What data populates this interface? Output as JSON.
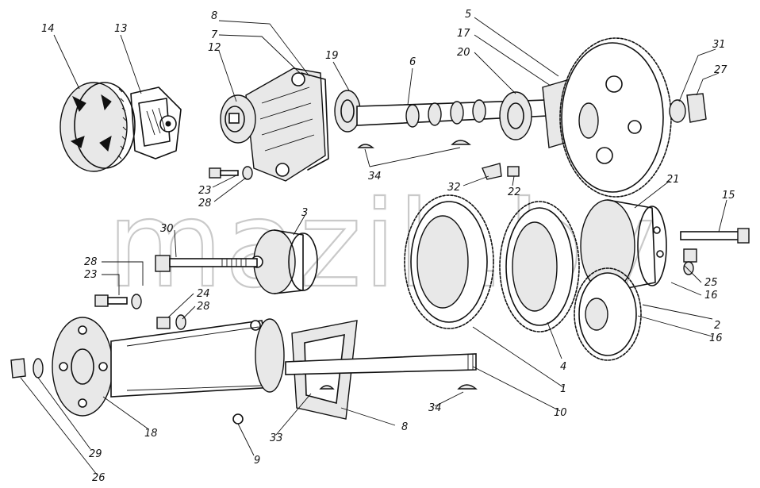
{
  "diagram": {
    "watermark": "mazik.by",
    "labels": {
      "l1": "1",
      "l2": "2",
      "l3": "3",
      "l4": "4",
      "l5": "5",
      "l6": "6",
      "l7": "7",
      "l8a": "8",
      "l8b": "8",
      "l9": "9",
      "l10": "10",
      "l12": "12",
      "l13": "13",
      "l14": "14",
      "l15": "15",
      "l16a": "16",
      "l16b": "16",
      "l17": "17",
      "l18": "18",
      "l19": "19",
      "l20": "20",
      "l21": "21",
      "l22": "22",
      "l23a": "23",
      "l23b": "23",
      "l24": "24",
      "l25": "25",
      "l26": "26",
      "l27": "27",
      "l28a": "28",
      "l28b": "28",
      "l28c": "28",
      "l29": "29",
      "l30": "30",
      "l31": "31",
      "l32": "32",
      "l33": "33",
      "l34a": "34",
      "l34b": "34"
    }
  }
}
